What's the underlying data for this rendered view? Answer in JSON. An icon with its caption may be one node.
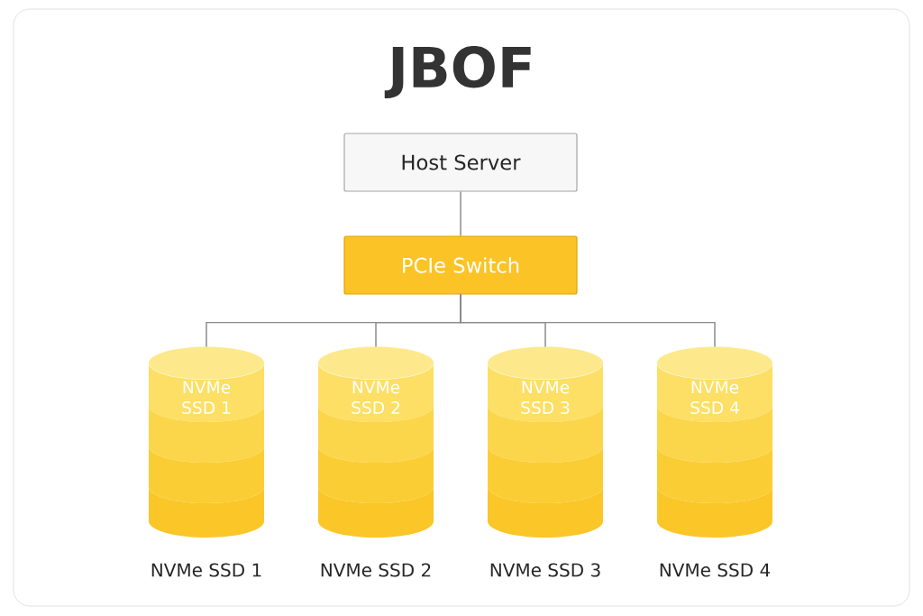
{
  "diagram": {
    "title": "JBOF",
    "nodes": [
      {
        "text": [
          "Host Server"
        ]
      },
      {
        "text": [
          "PCIe Switch"
        ]
      },
      {
        "text": [
          "NVMe SSD 1"
        ],
        "beside": [
          "NVMe SSD 1"
        ]
      },
      {
        "text": [
          "NVMe SSD 2"
        ],
        "beside": [
          "NVMe SSD 2"
        ]
      },
      {
        "text": [
          "NVMe SSD 3"
        ],
        "beside": [
          "NVMe SSD 3"
        ]
      },
      {
        "text": [
          "NVMe SSD 4"
        ],
        "beside": [
          "NVMe SSD 4"
        ]
      }
    ],
    "edges": [
      {
        "from": 0,
        "to": 1,
        "arrow": "none"
      },
      {
        "from": 1,
        "to": 2,
        "arrow": "none"
      },
      {
        "from": 1,
        "to": 3,
        "arrow": "none"
      },
      {
        "from": 1,
        "to": 4,
        "arrow": "none"
      },
      {
        "from": 1,
        "to": 5,
        "arrow": "none"
      }
    ]
  }
}
